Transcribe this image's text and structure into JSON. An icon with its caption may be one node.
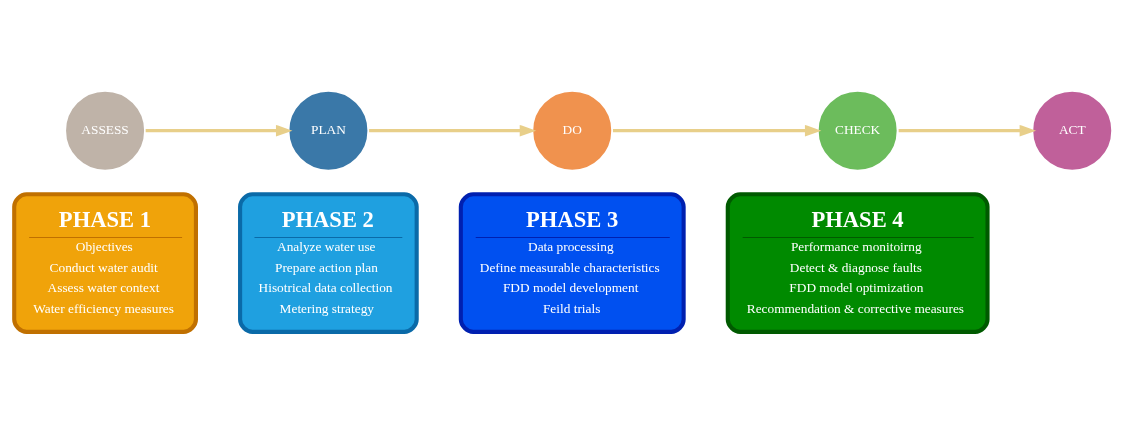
{
  "diagram": {
    "nodes": [
      {
        "text": [
          "PHASE 1",
          "Objectives",
          "Conduct water audit",
          "Assess water context",
          "Water efficiency measures"
        ]
      },
      {
        "text": [
          "PHASE 2",
          "Analyze water use",
          "Prepare action plan",
          "Hisotrical data collection",
          "Metering strategy"
        ]
      },
      {
        "text": [
          "PHASE 3",
          "Data processing",
          "Define measurable characteristics",
          "FDD model development",
          "Feild trials"
        ]
      },
      {
        "text": [
          "PHASE 4",
          "Performance monitoirng",
          "Detect & diagnose faults",
          "FDD model optimization",
          "Recommendation & corrective measures"
        ]
      },
      {
        "text": [
          "ASSESS"
        ]
      },
      {
        "text": [
          "PLAN"
        ]
      },
      {
        "text": [
          "DO"
        ]
      },
      {
        "text": [
          "CHECK"
        ]
      },
      {
        "text": [
          "ACT"
        ]
      }
    ],
    "edges": [
      {
        "from": 4,
        "to": 5,
        "arrow": "to"
      },
      {
        "from": 5,
        "to": 6,
        "arrow": "to"
      },
      {
        "from": 6,
        "to": 7,
        "arrow": "to"
      },
      {
        "from": 7,
        "to": 8,
        "arrow": "to"
      }
    ]
  }
}
